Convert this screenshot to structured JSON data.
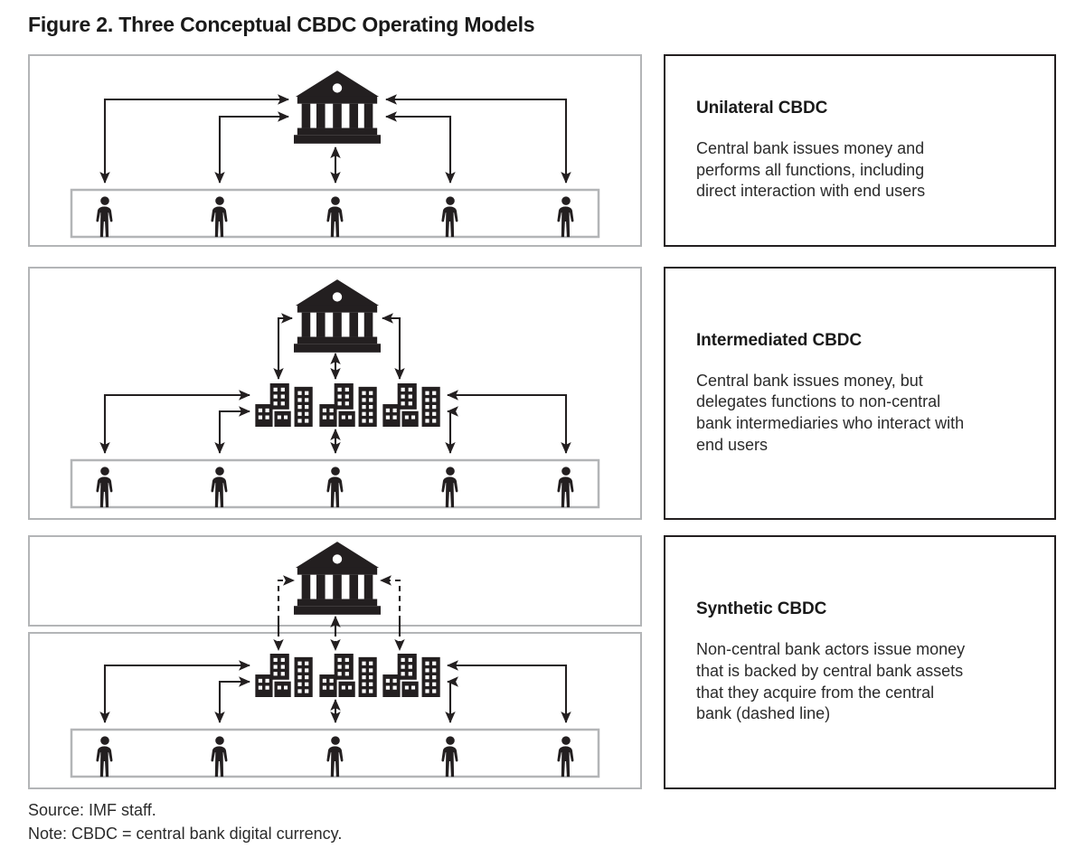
{
  "figure": {
    "title": "Figure 2. Three Conceptual CBDC Operating Models",
    "source": "Source: IMF staff.",
    "note": "Note: CBDC = central bank digital currency."
  },
  "colors": {
    "ink": "#231f20",
    "panel_border": "#b3b5b7",
    "card_border": "#231f20",
    "background": "#ffffff"
  },
  "models": [
    {
      "id": "unilateral",
      "title": "Unilateral CBDC",
      "description": "Central bank issues money and\nperforms all functions, including\ndirect interaction with end users",
      "layers": [
        "central-bank",
        "end-users"
      ],
      "central_bank_count": 1,
      "intermediary_count": 0,
      "end_user_count": 5,
      "line_style": "solid"
    },
    {
      "id": "intermediated",
      "title": "Intermediated CBDC",
      "description": "Central bank issues money, but\ndelegates functions to non-central\nbank intermediaries who interact with\nend users",
      "layers": [
        "central-bank",
        "intermediaries",
        "end-users"
      ],
      "central_bank_count": 1,
      "intermediary_count": 3,
      "end_user_count": 5,
      "line_style": "solid"
    },
    {
      "id": "synthetic",
      "title": "Synthetic CBDC",
      "description": "Non-central bank actors issue money\nthat is backed by central bank assets\nthat they acquire from the central\nbank (dashed line)",
      "layers": [
        "central-bank",
        "intermediaries",
        "end-users"
      ],
      "central_bank_count": 1,
      "intermediary_count": 3,
      "end_user_count": 5,
      "line_style": "dashed-to-central-bank"
    }
  ],
  "icons": {
    "central_bank": "bank-classical-building-icon",
    "intermediary": "office-buildings-cluster-icon",
    "end_user": "person-pictogram-icon"
  }
}
